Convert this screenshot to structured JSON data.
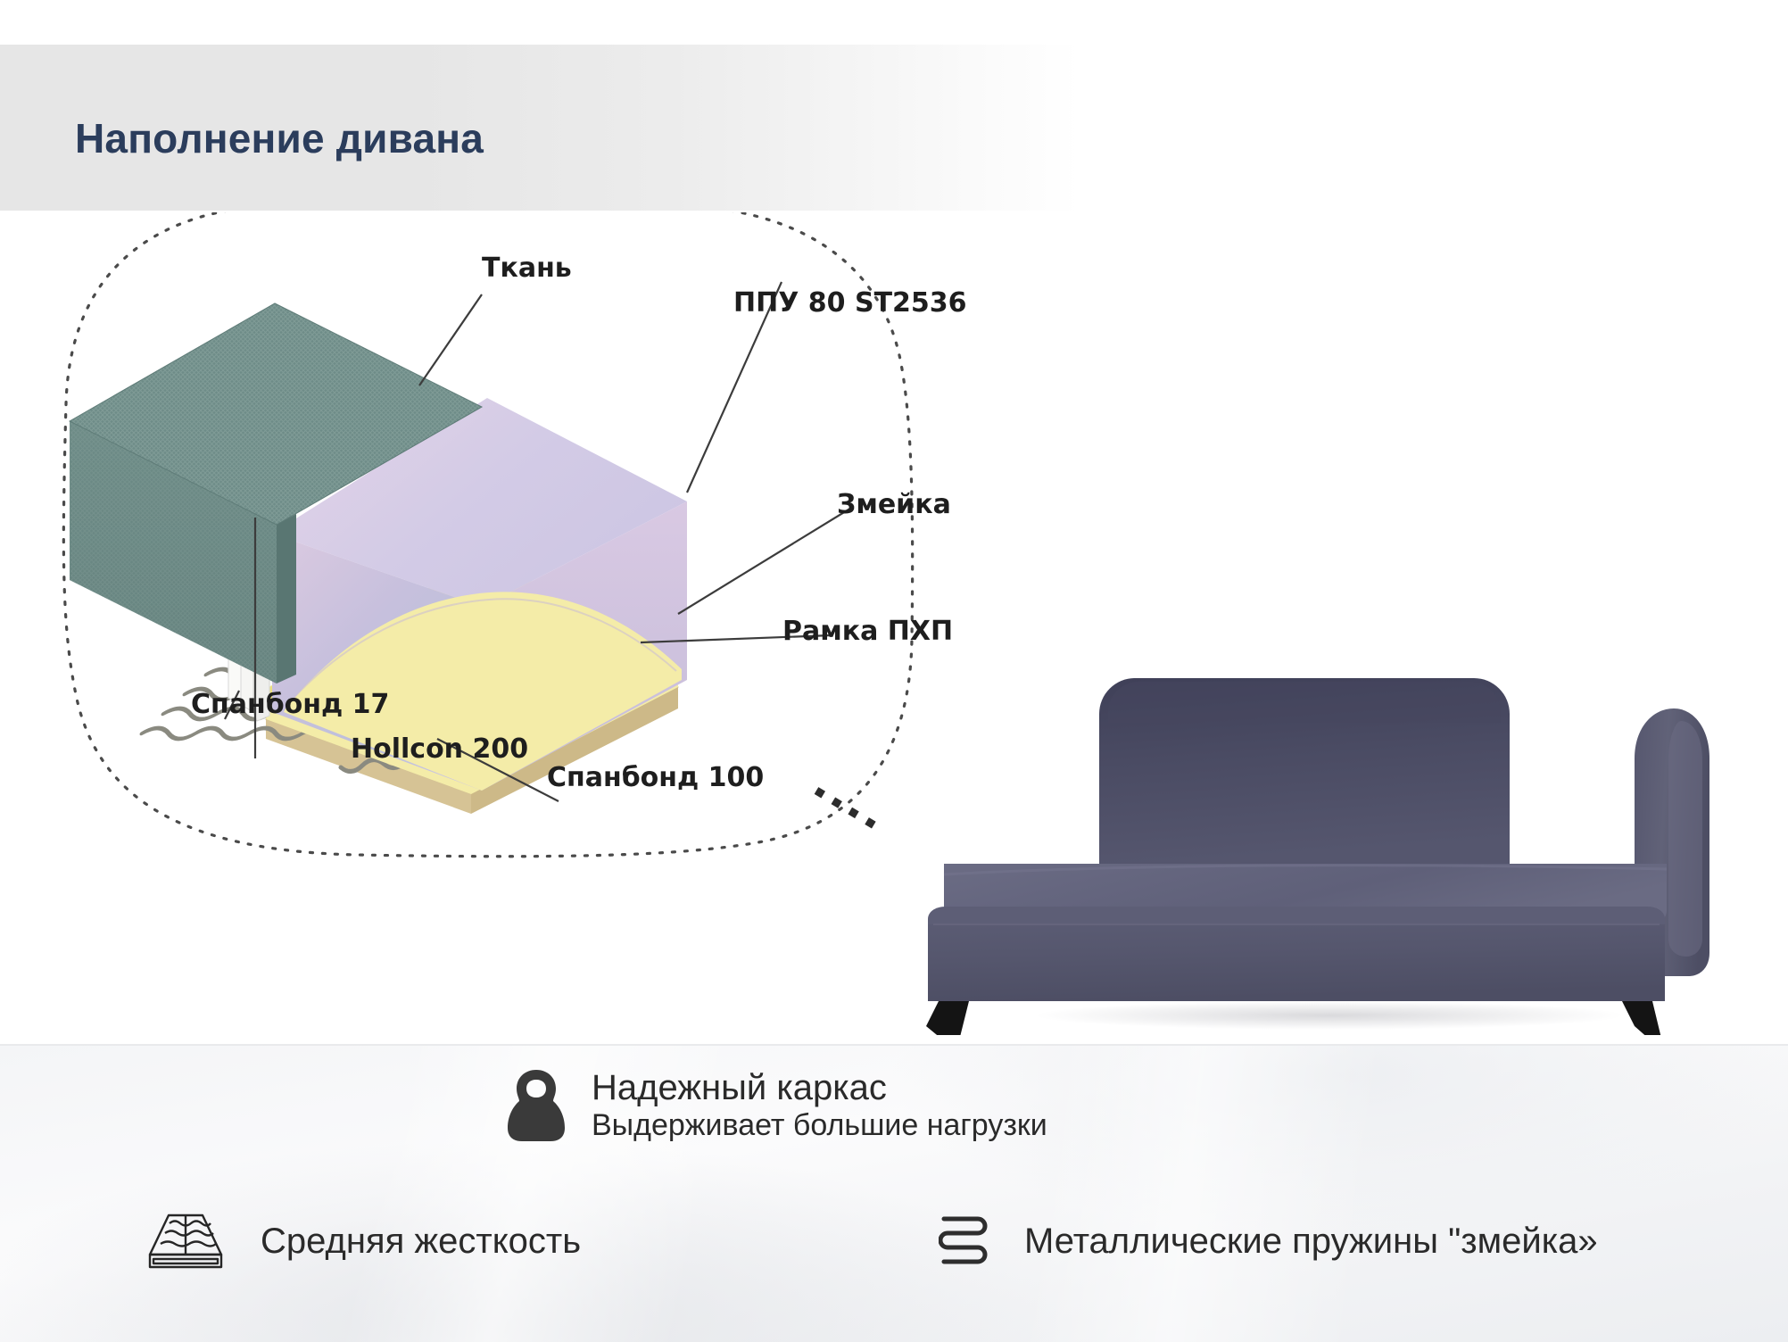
{
  "header": {
    "title": "Наполнение дивана"
  },
  "diagram": {
    "labels": {
      "fabric": "Ткань",
      "foam": "ППУ 80 ST2536",
      "serpentine": "Змейка",
      "frame": "Рамка ПХП",
      "spunbond17": "Спанбонд 17",
      "hollcon": "Hollcon 200",
      "spunbond100": "Спанбонд 100"
    },
    "layer_colors": {
      "fabric": "#6e8c88",
      "spunbond_white": "#f2f2f0",
      "foam": "#cfc0d8",
      "spunbond_yellow": "#f2e9a8",
      "frame_wood": "#e8d9b0",
      "spring_metal": "#8a8a82"
    },
    "bubble_style": "dotted-rounded"
  },
  "product": {
    "name": "sofa-photo",
    "upholstery_color": "#51526b",
    "leg_color": "#151515"
  },
  "features": [
    {
      "icon": "kettlebell-icon",
      "title": "Надежный каркас",
      "subtitle": "Выдерживает большие нагрузки"
    },
    {
      "icon": "mattress-icon",
      "title": "Средняя жесткость",
      "subtitle": ""
    },
    {
      "icon": "serpentine-spring-icon",
      "title": "Металлические пружины \"змейка»",
      "subtitle": ""
    }
  ],
  "colors": {
    "title": "#2b3d5c",
    "header_band": "#e6e6e6",
    "body_text": "#2a2a2a",
    "diagram_label": "#1e1e1e"
  }
}
